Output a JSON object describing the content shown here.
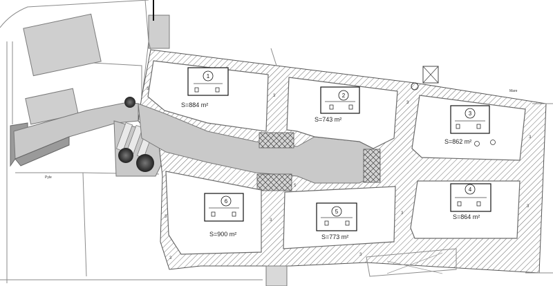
{
  "lots": [
    {
      "id": "1",
      "number": "1",
      "area": "S=884 m²"
    },
    {
      "id": "2",
      "number": "2",
      "area": "S=743 m²"
    },
    {
      "id": "3",
      "number": "3",
      "area": "S=862 m²"
    },
    {
      "id": "4",
      "number": "4",
      "area": "S=864 m²"
    },
    {
      "id": "5",
      "number": "5",
      "area": "S=773 m²"
    },
    {
      "id": "6",
      "number": "6",
      "area": "S=900 m²"
    }
  ],
  "dimension_mark": "3",
  "road_mark": "5",
  "small_labels": {
    "left_building": "Pyle",
    "right_top": "Mare"
  },
  "colors": {
    "hatch": "#555555",
    "road": "#c9c9c9",
    "road_dark": "#9a9a9a",
    "tree": "#333333"
  }
}
